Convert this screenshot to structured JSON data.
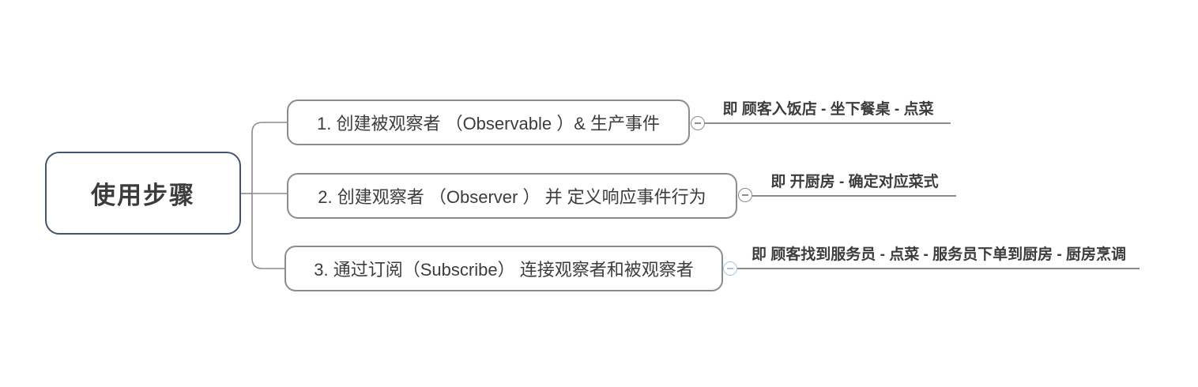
{
  "root": {
    "label": "使用步骤"
  },
  "branches": [
    {
      "step": {
        "label": "1. 创建被观察者 （Observable ）& 生产事件"
      },
      "note": {
        "label": "即 顾客入饭店 - 坐下餐桌 - 点菜"
      }
    },
    {
      "step": {
        "label": "2. 创建观察者 （Observer ） 并 定义响应事件行为"
      },
      "note": {
        "label": "即 开厨房 - 确定对应菜式"
      }
    },
    {
      "step": {
        "label": "3. 通过订阅（Subscribe） 连接观察者和被观察者"
      },
      "note": {
        "label": "即 顾客找到服务员 - 点菜 - 服务员下单到厨房 - 厨房烹调"
      }
    }
  ],
  "icons": {
    "collapse_minus": "minus-in-circle"
  },
  "colors": {
    "bg": "#ffffff",
    "text": "#3c3c3c",
    "root_border": "#44546c",
    "node_border": "#8c8c8c",
    "line": "#8c8c8c",
    "collapse_highlight": "#a9c3e6"
  }
}
